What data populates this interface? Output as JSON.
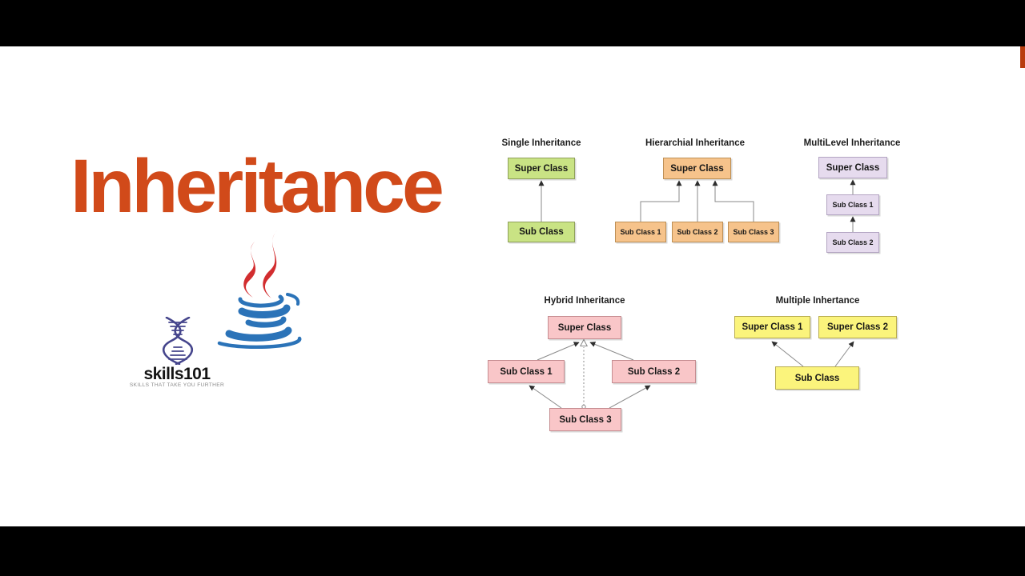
{
  "window": {
    "letterbox_color": "#000000"
  },
  "slide": {
    "bg": "#ffffff",
    "title": "Inheritance",
    "title_color": "#d14a1a",
    "accent_bar_color": "#b83c0e"
  },
  "branding": {
    "skills101": {
      "name": "skills101",
      "tagline": "SKILLS THAT TAKE YOU FURTHER",
      "helix_color": "#45458c",
      "name_color": "#141414",
      "tagline_color": "#8b8b8b"
    },
    "java": {
      "wordmark": "Java",
      "trademark": "™",
      "red": "#d22d2f",
      "blue": "#2b73b8"
    }
  },
  "connectors": {
    "color": "#8a8a8a",
    "arrowhead_color": "#2e2e2e"
  },
  "diagrams": {
    "single": {
      "title": "Single Inheritance",
      "fill": "#c9e384",
      "border": "#8fa05a",
      "super_label": "Super Class",
      "sub_label": "Sub Class"
    },
    "hierarchial": {
      "title": "Hierarchial Inheritance",
      "fill": "#f6c38b",
      "border": "#bd8f55",
      "super_label": "Super Class",
      "sub1_label": "Sub Class 1",
      "sub2_label": "Sub Class 2",
      "sub3_label": "Sub Class 3"
    },
    "multilevel": {
      "title": "MultiLevel Inheritance",
      "fill": "#e6dbee",
      "border": "#b3a4c2",
      "super_label": "Super Class",
      "sub1_label": "Sub Class 1",
      "sub2_label": "Sub Class 2"
    },
    "hybrid": {
      "title": "Hybrid Inheritance",
      "fill": "#f9c6c8",
      "border": "#c58d91",
      "super_label": "Super Class",
      "sub1_label": "Sub Class 1",
      "sub2_label": "Sub Class 2",
      "sub3_label": "Sub Class 3"
    },
    "multiple": {
      "title": "Multiple Inhertance",
      "fill": "#fbf47c",
      "border": "#b9ad50",
      "super1_label": "Super Class 1",
      "super2_label": "Super Class 2",
      "sub_label": "Sub Class"
    }
  }
}
